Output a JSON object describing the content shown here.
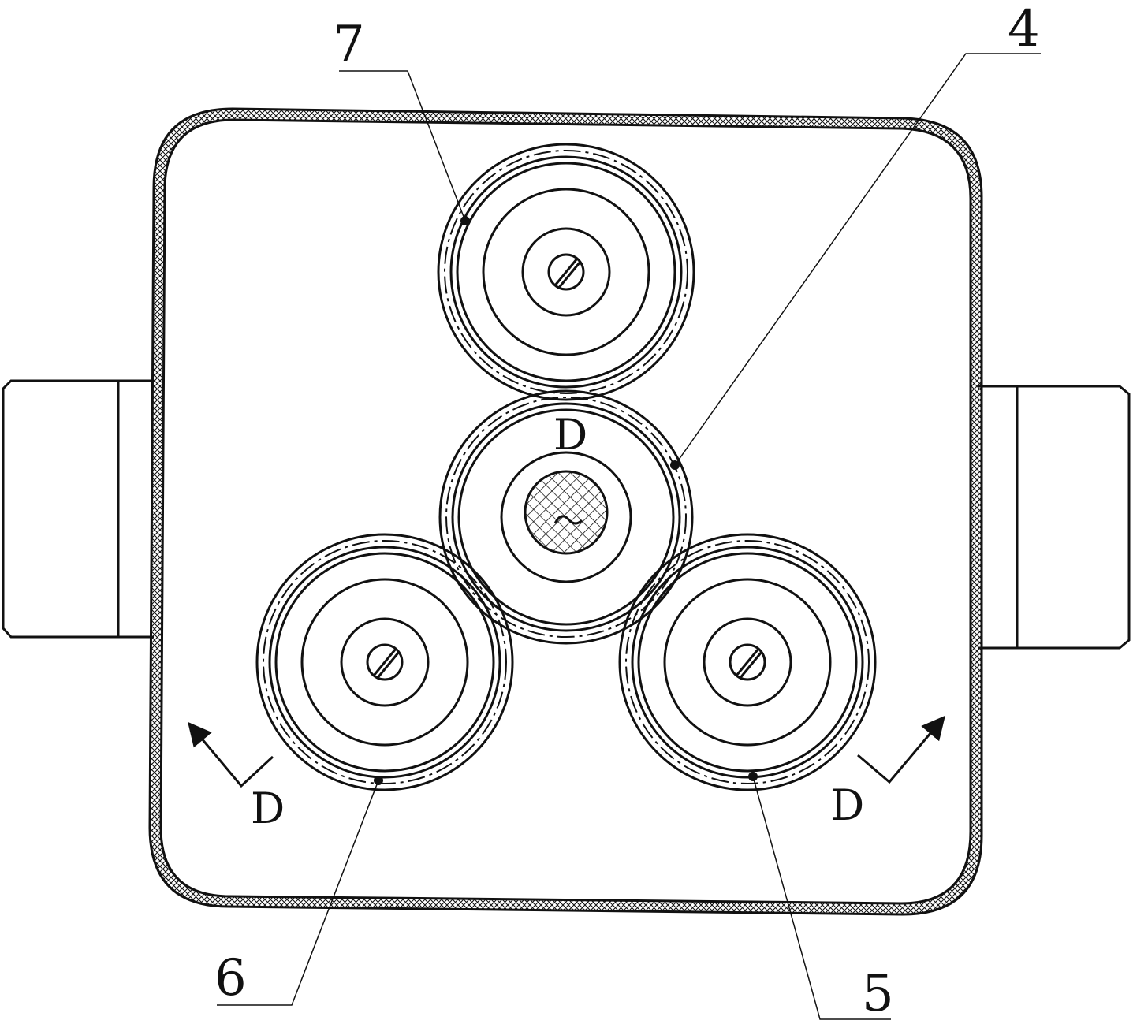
{
  "diagram": {
    "part_labels": {
      "part_4": "4",
      "part_5": "5",
      "part_6": "6",
      "part_7": "7"
    },
    "section_labels": {
      "top": "D",
      "left": "D",
      "right": "D"
    }
  },
  "colors": {
    "ink": "#111111",
    "paper": "#ffffff"
  }
}
